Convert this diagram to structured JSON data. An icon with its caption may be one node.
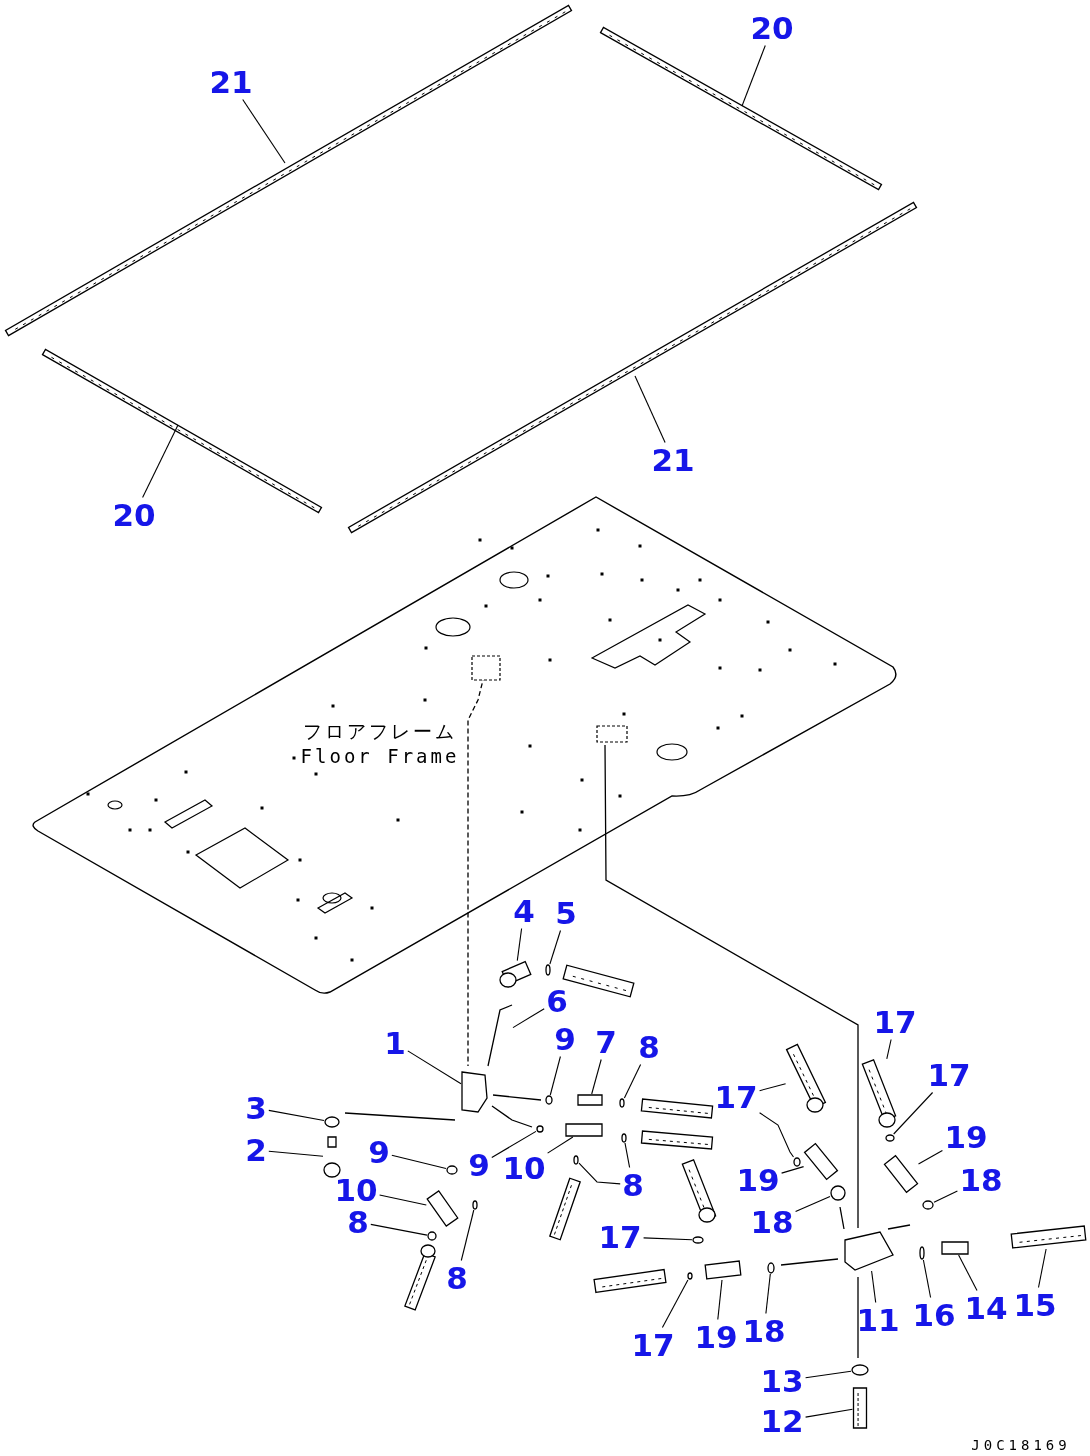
{
  "diagram": {
    "nodes": [
      {
        "text": [
          "20"
        ]
      },
      {
        "text": [
          "21"
        ]
      },
      {
        "text": [
          "21"
        ]
      },
      {
        "text": [
          "20"
        ]
      },
      {
        "text": [
          "4"
        ]
      },
      {
        "text": [
          "5"
        ]
      },
      {
        "text": [
          "6"
        ]
      },
      {
        "text": [
          "1"
        ]
      },
      {
        "text": [
          "9"
        ]
      },
      {
        "text": [
          "7"
        ]
      },
      {
        "text": [
          "8"
        ]
      },
      {
        "text": [
          "17"
        ]
      },
      {
        "text": [
          "17"
        ]
      },
      {
        "text": [
          "17"
        ]
      },
      {
        "text": [
          "3"
        ]
      },
      {
        "text": [
          "19"
        ]
      },
      {
        "text": [
          "2"
        ]
      },
      {
        "text": [
          "9"
        ]
      },
      {
        "text": [
          "9"
        ]
      },
      {
        "text": [
          "10"
        ]
      },
      {
        "text": [
          "19"
        ]
      },
      {
        "text": [
          "18"
        ]
      },
      {
        "text": [
          "8"
        ]
      },
      {
        "text": [
          "10"
        ]
      },
      {
        "text": [
          "8"
        ]
      },
      {
        "text": [
          "18"
        ]
      },
      {
        "text": [
          "17"
        ]
      },
      {
        "text": [
          "8"
        ]
      },
      {
        "text": [
          "15"
        ]
      },
      {
        "text": [
          "14"
        ]
      },
      {
        "text": [
          "16"
        ]
      },
      {
        "text": [
          "11"
        ]
      },
      {
        "text": [
          "18"
        ]
      },
      {
        "text": [
          "19"
        ]
      },
      {
        "text": [
          "17"
        ]
      },
      {
        "text": [
          "13"
        ]
      },
      {
        "text": [
          "12"
        ]
      },
      {
        "text": [],
        "shape": "bar"
      },
      {
        "text": [],
        "shape": "bar"
      },
      {
        "text": [],
        "shape": "bar"
      },
      {
        "text": [],
        "shape": "bar"
      },
      {
        "text": [],
        "shape": "picture"
      },
      {
        "text": [],
        "shape": "circle"
      },
      {
        "text": [],
        "shape": "picture"
      },
      {
        "text": [],
        "shape": "box"
      },
      {
        "text": [],
        "shape": "circle"
      },
      {
        "text": [],
        "shape": "box"
      },
      {
        "text": [],
        "shape": "circle"
      },
      {
        "text": [],
        "shape": "picture"
      },
      {
        "text": [],
        "shape": "circle"
      },
      {
        "text": [],
        "shape": "picture"
      },
      {
        "text": [],
        "shape": "circle"
      },
      {
        "text": [],
        "shape": "circle"
      },
      {
        "text": [],
        "shape": "box"
      },
      {
        "text": [],
        "shape": "picture"
      },
      {
        "text": [],
        "shape": "circle"
      },
      {
        "text": [],
        "shape": "circle"
      },
      {
        "text": [],
        "shape": "box"
      },
      {
        "text": [],
        "shape": "box"
      },
      {
        "text": [],
        "shape": "circle"
      },
      {
        "text": [],
        "shape": "circle"
      },
      {
        "text": [],
        "shape": "circle"
      },
      {
        "text": [],
        "shape": "box"
      },
      {
        "text": [],
        "shape": "circle"
      },
      {
        "text": [],
        "shape": "circle"
      },
      {
        "text": [],
        "shape": "circle"
      },
      {
        "text": [],
        "shape": "circle"
      },
      {
        "text": [],
        "shape": "bar"
      },
      {
        "text": [],
        "shape": "box"
      },
      {
        "text": [],
        "shape": "circle"
      },
      {
        "text": [],
        "shape": "box"
      },
      {
        "text": [],
        "shape": "circle"
      },
      {
        "text": [],
        "shape": "box"
      },
      {
        "text": [],
        "shape": "circle"
      },
      {
        "text": [],
        "shape": "circle"
      },
      {
        "text": [],
        "shape": "bar"
      },
      {
        "text": [],
        "shape": "bar"
      },
      {
        "text": [],
        "shape": "bar"
      },
      {
        "text": [],
        "shape": "bar"
      },
      {
        "text": [],
        "shape": "bar"
      },
      {
        "text": [],
        "shape": "picture"
      },
      {
        "text": [],
        "shape": "picture"
      },
      {
        "text": [],
        "shape": "bar"
      }
    ],
    "edges": [
      {
        "from": 0,
        "to": 37,
        "arrow": "none"
      },
      {
        "from": 1,
        "to": 38,
        "arrow": "none"
      },
      {
        "from": 2,
        "to": 39,
        "arrow": "none"
      },
      {
        "from": 3,
        "to": 40,
        "arrow": "none"
      },
      {
        "from": 4,
        "to": 41,
        "arrow": "none"
      },
      {
        "from": 5,
        "to": 42,
        "arrow": "none"
      },
      {
        "from": 6,
        "to": 43,
        "arrow": "none"
      },
      {
        "from": 7,
        "to": 44,
        "arrow": "none"
      },
      {
        "from": 8,
        "to": 45,
        "arrow": "none"
      },
      {
        "from": 9,
        "to": 46,
        "arrow": "none"
      },
      {
        "from": 10,
        "to": 47,
        "arrow": "none"
      },
      {
        "from": 11,
        "to": 48,
        "arrow": "none"
      },
      {
        "from": 12,
        "to": 49,
        "arrow": "none"
      },
      {
        "from": 13,
        "to": 50,
        "arrow": "none"
      },
      {
        "from": 13,
        "to": 51,
        "arrow": "none"
      },
      {
        "from": 14,
        "to": 52,
        "arrow": "none"
      },
      {
        "from": 15,
        "to": 53,
        "arrow": "none"
      },
      {
        "from": 16,
        "to": 54,
        "arrow": "none"
      },
      {
        "from": 17,
        "to": 55,
        "arrow": "none"
      },
      {
        "from": 18,
        "to": 56,
        "arrow": "none"
      },
      {
        "from": 19,
        "to": 57,
        "arrow": "none"
      },
      {
        "from": 20,
        "to": 58,
        "arrow": "none"
      },
      {
        "from": 21,
        "to": 59,
        "arrow": "none"
      },
      {
        "from": 22,
        "to": 60,
        "arrow": "none"
      },
      {
        "from": 22,
        "to": 61,
        "arrow": "none"
      },
      {
        "from": 23,
        "to": 62,
        "arrow": "none"
      },
      {
        "from": 24,
        "to": 63,
        "arrow": "none"
      },
      {
        "from": 25,
        "to": 64,
        "arrow": "none"
      },
      {
        "from": 26,
        "to": 65,
        "arrow": "none"
      },
      {
        "from": 27,
        "to": 66,
        "arrow": "none"
      },
      {
        "from": 28,
        "to": 67,
        "arrow": "none"
      },
      {
        "from": 29,
        "to": 68,
        "arrow": "none"
      },
      {
        "from": 30,
        "to": 69,
        "arrow": "none"
      },
      {
        "from": 31,
        "to": 70,
        "arrow": "none"
      },
      {
        "from": 32,
        "to": 71,
        "arrow": "none"
      },
      {
        "from": 33,
        "to": 72,
        "arrow": "none"
      },
      {
        "from": 34,
        "to": 73,
        "arrow": "none"
      },
      {
        "from": 35,
        "to": 74,
        "arrow": "none"
      },
      {
        "from": 36,
        "to": 75,
        "arrow": "none"
      }
    ],
    "labels": [
      "フロアフレーム",
      "Floor Frame",
      "J0C18169"
    ]
  }
}
